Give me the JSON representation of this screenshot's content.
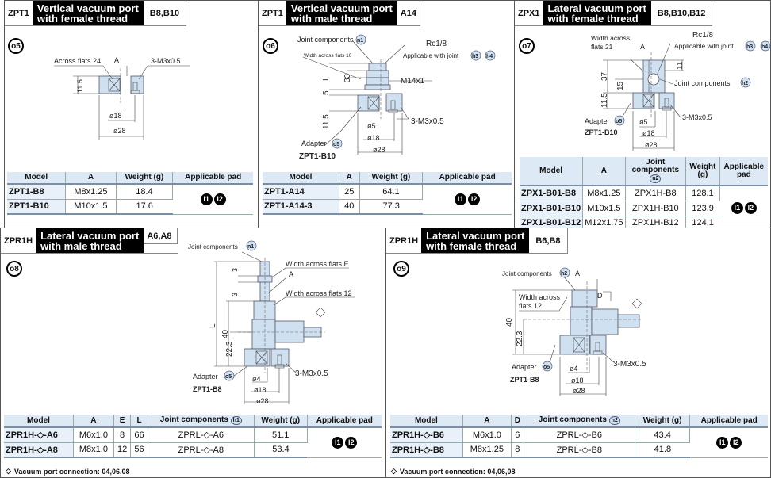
{
  "panels": [
    {
      "code": "ZPT1",
      "title_line1": "Vertical vacuum port",
      "title_line2": "with female thread",
      "sizes": "B8,B10",
      "section": "o5",
      "drawing": {
        "across_flats": "Across flats 24",
        "a": "A",
        "screw": "3-M3x0.5",
        "h1": "11.5",
        "d18": "ø18",
        "d28": "ø28"
      },
      "table": {
        "headers": [
          {
            "text": "Model"
          },
          {
            "text": "A"
          },
          {
            "text": "Weight (g)"
          },
          {
            "text": "Applicable pad"
          }
        ],
        "rows": [
          [
            "ZPT1-B8",
            "M8x1.25",
            "18.4"
          ],
          [
            "ZPT1-B10",
            "M10x1.5",
            "17.6"
          ]
        ],
        "pads": [
          "l1",
          "l2"
        ]
      }
    },
    {
      "code": "ZPT1",
      "title_line1": "Vertical vacuum port",
      "title_line2": "with male thread",
      "sizes": "A14",
      "section": "o6",
      "drawing": {
        "joint": "Joint components",
        "joint_ref": "n1",
        "width_flats": "Width across flats 10",
        "rc": "Rc1/8",
        "applicable": "Applicable with joint",
        "ref_h3": "h3",
        "ref_h4": "h4",
        "m14": "M14x1",
        "screw": "3-M3x0.5",
        "l": "L",
        "h33": "33",
        "h5": "5",
        "h115": "11.5",
        "d5": "ø5",
        "d18": "ø18",
        "d28": "ø28",
        "adapter": "Adapter",
        "adapter_ref": "o5",
        "adapter_model": "ZPT1-B10"
      },
      "table": {
        "headers": [
          {
            "text": "Model"
          },
          {
            "text": "A"
          },
          {
            "text": "Weight (g)"
          },
          {
            "text": "Applicable pad"
          }
        ],
        "rows": [
          [
            "ZPT1-A14",
            "25",
            "64.1"
          ],
          [
            "ZPT1-A14-3",
            "40",
            "77.3"
          ]
        ],
        "pads": [
          "l1",
          "l2"
        ]
      }
    },
    {
      "code": "ZPX1",
      "title_line1": "Lateral vacuum port",
      "title_line2": "with female thread",
      "sizes": "B8,B10,B12",
      "section": "o7",
      "drawing": {
        "width1": "Width across",
        "width2": "flats 21",
        "a": "A",
        "rc": "Rc1/8",
        "applicable": "Applicable with joint",
        "ref_h3": "h3",
        "ref_h4": "h4",
        "h11": "11",
        "h37": "37",
        "h15": "15",
        "h115": "11.5",
        "joint": "Joint components",
        "joint_ref": "h2",
        "adapter": "Adapter",
        "adapter_ref": "o5",
        "adapter_model": "ZPT1-B10",
        "screw": "3-M3x0.5",
        "d5": "ø5",
        "d18": "ø18",
        "d28": "ø28"
      },
      "table": {
        "headers": [
          {
            "text": "Model"
          },
          {
            "text": "A"
          },
          {
            "text": "Joint components",
            "ref": "n2"
          },
          {
            "text": "Weight (g)"
          },
          {
            "text": "Applicable pad"
          }
        ],
        "rows": [
          [
            "ZPX1-B01-B8",
            "M8x1.25",
            "ZPX1H-B8",
            "128.1"
          ],
          [
            "ZPX1-B01-B10",
            "M10x1.5",
            "ZPX1H-B10",
            "123.9"
          ],
          [
            "ZPX1-B01-B12",
            "M12x1.75",
            "ZPX1H-B12",
            "124.1"
          ]
        ],
        "pads": [
          "l1",
          "l2"
        ]
      }
    },
    {
      "code": "ZPR1H",
      "title_line1": "Lateral vacuum port",
      "title_line2": "with male thread",
      "sizes": "A6,A8",
      "section": "o8",
      "drawing": {
        "joint": "Joint components",
        "joint_ref": "n1",
        "width_e": "Width across flats E",
        "a": "A",
        "width_12": "Width across flats 12",
        "h3a": "3",
        "h3b": "3",
        "l": "L",
        "h40": "40",
        "h223": "22.3",
        "screw": "3-M3x0.5",
        "adapter": "Adapter",
        "adapter_ref": "o5",
        "adapter_model": "ZPT1-B8",
        "d4": "ø4",
        "d18": "ø18",
        "d28": "ø28"
      },
      "table": {
        "headers": [
          {
            "text": "Model"
          },
          {
            "text": "A"
          },
          {
            "text": "E"
          },
          {
            "text": "L"
          },
          {
            "text": "Joint components",
            "ref": "h1"
          },
          {
            "text": "Weight (g)"
          },
          {
            "text": "Applicable pad"
          }
        ],
        "rows": [
          [
            "ZPR1H-◇-A6",
            "M6x1.0",
            "8",
            "66",
            "ZPRL-◇-A6",
            "51.1"
          ],
          [
            "ZPR1H-◇-A8",
            "M8x1.0",
            "12",
            "56",
            "ZPRL-◇-A8",
            "53.4"
          ]
        ],
        "pads": [
          "l1",
          "l2"
        ]
      },
      "footnote": "Vacuum port connection: 04,06,08"
    },
    {
      "code": "ZPR1H",
      "title_line1": "Lateral vacuum port",
      "title_line2": "with female thread",
      "sizes": "B6,B8",
      "section": "o9",
      "drawing": {
        "joint": "Joint components",
        "joint_ref": "h2",
        "a": "A",
        "d": "D",
        "width1": "Width across",
        "width2": "flats 12",
        "h40": "40",
        "h223": "22.3",
        "screw": "3-M3x0.5",
        "adapter": "Adapter",
        "adapter_ref": "o5",
        "adapter_model": "ZPT1-B8",
        "d4": "ø4",
        "d18": "ø18",
        "d28": "ø28"
      },
      "table": {
        "headers": [
          {
            "text": "Model"
          },
          {
            "text": "A"
          },
          {
            "text": "D"
          },
          {
            "text": "Joint components",
            "ref": "h2"
          },
          {
            "text": "Weight (g)"
          },
          {
            "text": "Applicable pad"
          }
        ],
        "rows": [
          [
            "ZPR1H-◇-B6",
            "M6x1.0",
            "6",
            "ZPRL-◇-B6",
            "43.4"
          ],
          [
            "ZPR1H-◇-B8",
            "M8x1.25",
            "8",
            "ZPRL-◇-B8",
            "41.8"
          ]
        ],
        "pads": [
          "l1",
          "l2"
        ]
      },
      "footnote": "Vacuum port connection: 04,06,08"
    }
  ]
}
